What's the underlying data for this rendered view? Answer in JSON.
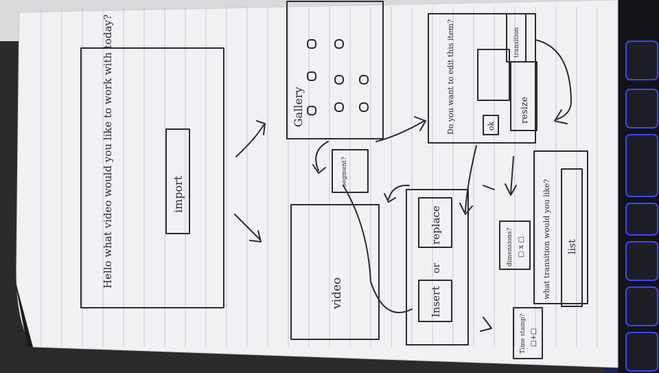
{
  "sketch": {
    "welcome_prompt": "Hello what video would you like to work with today?",
    "import_button": "import",
    "gallery_label": "Gallery",
    "segment_label": "segment?",
    "video_label": "video",
    "insert_label": "Insert",
    "or_label": "or",
    "replace_label": "replace",
    "edit_prompt": "Do you want to edit this item?",
    "ok_button": "ok",
    "resize_button": "resize",
    "transition_button": "transition",
    "dimensions_label": "dimensions?",
    "dimensions_value": "□ x □",
    "transition_prompt": "what transition would you like?",
    "list_label": "list",
    "time_stamp_label": "Time stamp?",
    "time_stamp_value": "□+□"
  },
  "colors": {
    "paper": "#f1f1f3",
    "ink": "#2a2a30",
    "rule_line": "#b9bfd6",
    "keyboard_glow": "#3b46ff"
  }
}
